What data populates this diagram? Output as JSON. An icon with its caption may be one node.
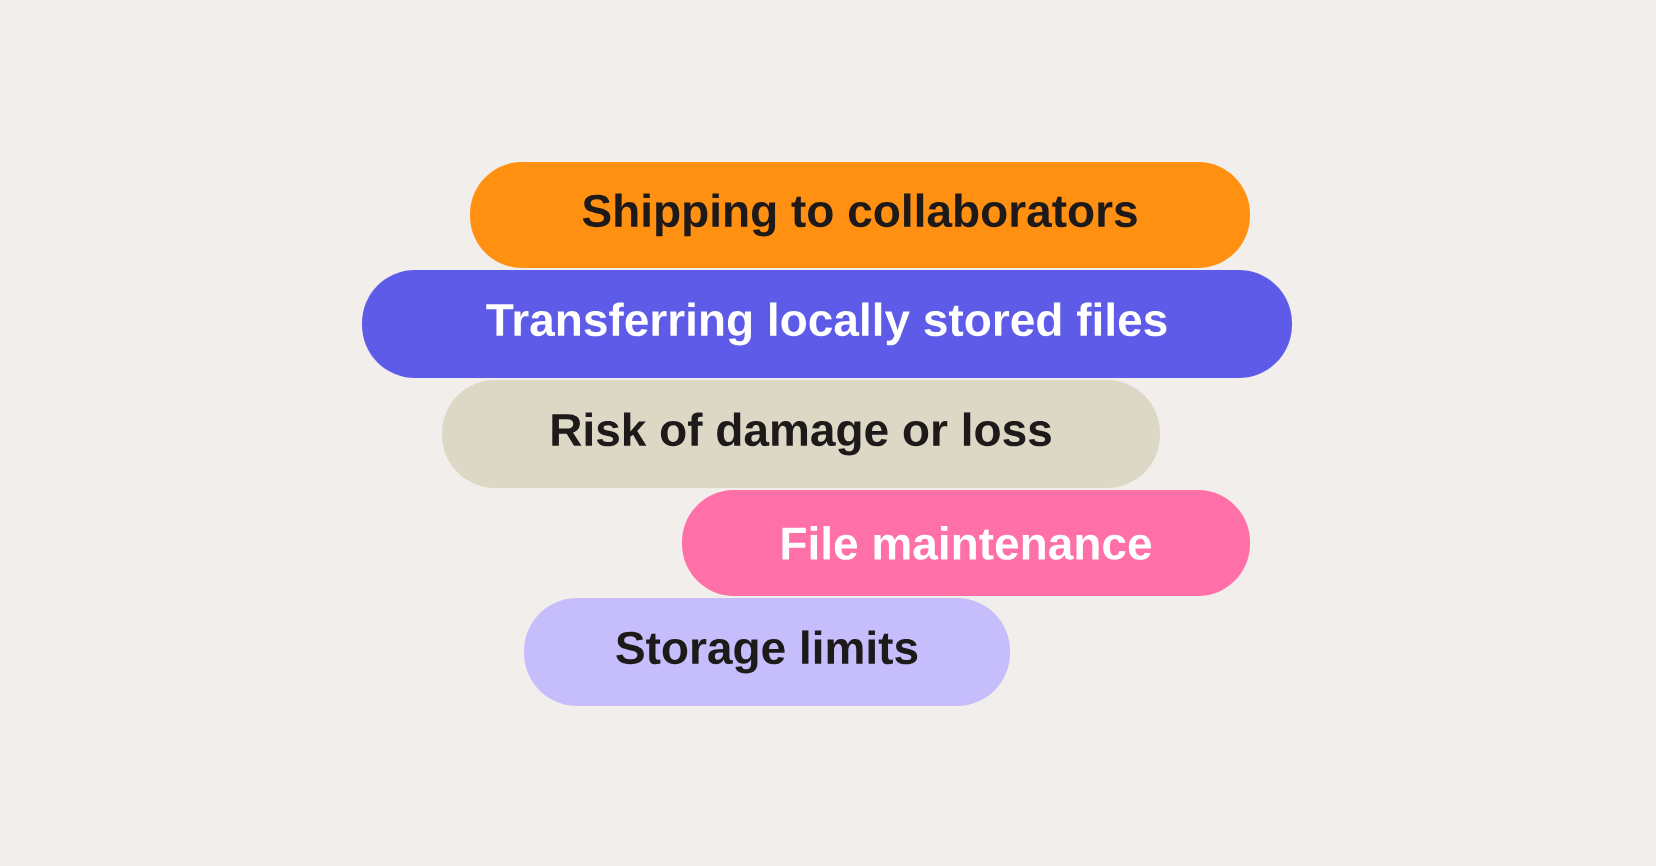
{
  "diagram": {
    "nodes": [
      {
        "text": [
          "Shipping to collaborators"
        ]
      },
      {
        "text": [
          "Transferring locally stored files"
        ]
      },
      {
        "text": [
          "Risk of damage or loss"
        ]
      },
      {
        "text": [
          "File maintenance"
        ]
      },
      {
        "text": [
          "Storage limits"
        ]
      }
    ]
  }
}
